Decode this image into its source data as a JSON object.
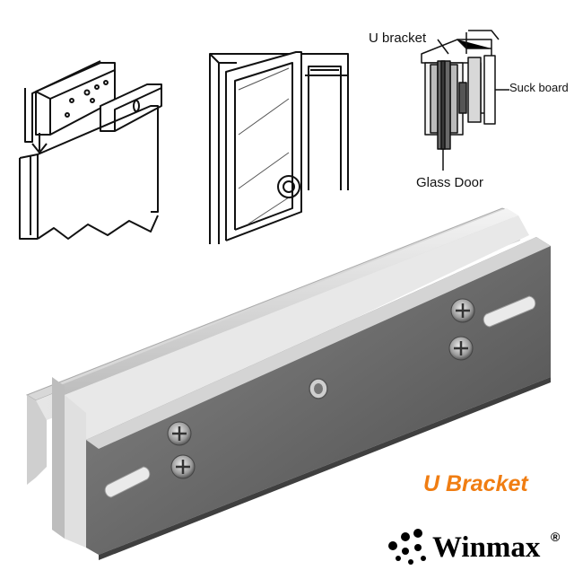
{
  "diagram": {
    "labels": {
      "u_bracket": "U  bracket",
      "suck_board": "Suck board",
      "glass_door": "Glass Door"
    }
  },
  "product": {
    "title": "U Bracket",
    "title_color": "#f07d12"
  },
  "brand": {
    "name": "Winmax",
    "registered_mark": "®",
    "logo_icon": "dots-cluster-icon"
  }
}
